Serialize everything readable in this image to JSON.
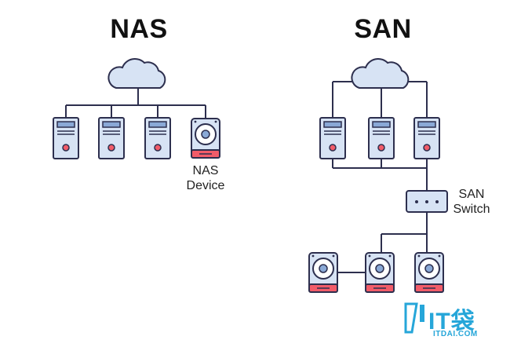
{
  "nas": {
    "title": "NAS",
    "device_label_line1": "NAS",
    "device_label_line2": "Device"
  },
  "san": {
    "title": "SAN",
    "switch_label_line1": "SAN",
    "switch_label_line2": "Switch"
  },
  "watermark": {
    "logo_text": "IT袋",
    "site_text": "ITDAI.COM"
  },
  "colors": {
    "outline": "#2d2f4e",
    "server_fill": "#d7e3f4",
    "server_screen": "#8aa9d6",
    "cloud_fill": "#d7e3f4",
    "disk_red": "#f25c69",
    "switch_fill": "#d7e3f4",
    "line": "#2d2f4e",
    "watermark": "#26a6d9"
  },
  "icons": {
    "cloud": "cloud-icon",
    "server": "server-icon",
    "storage": "hard-disk-icon",
    "switch": "network-switch-icon"
  }
}
